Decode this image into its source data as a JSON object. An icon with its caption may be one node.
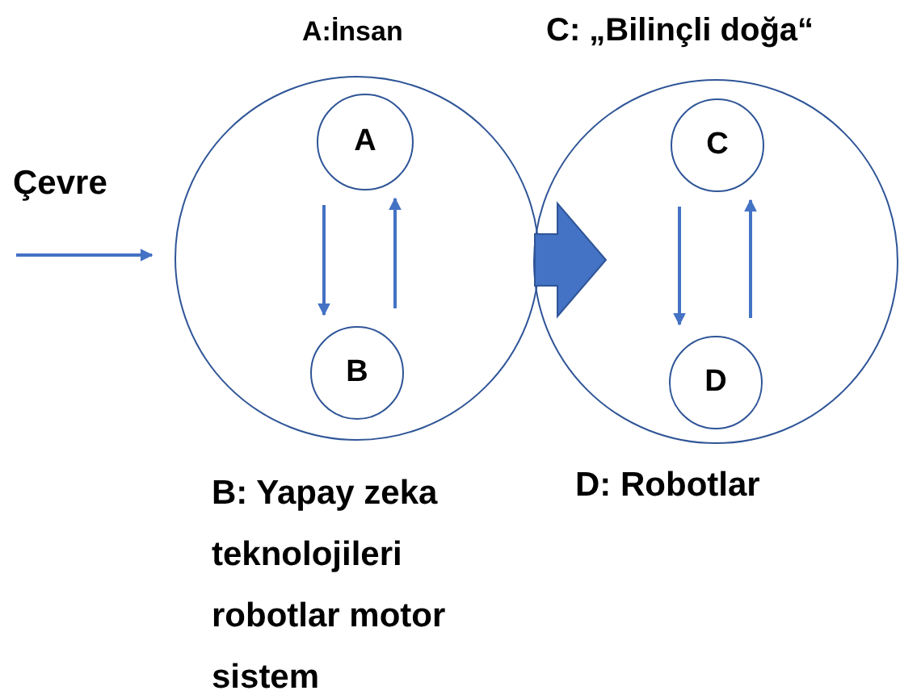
{
  "diagram": {
    "nodes": [
      {
        "text": [],
        "shape": "circle"
      },
      {
        "text": [
          "A"
        ],
        "in": 0
      },
      {
        "text": [
          "B"
        ],
        "in": 0
      },
      {
        "text": [],
        "shape": "circle"
      },
      {
        "text": [
          "C"
        ],
        "in": 3
      },
      {
        "text": [
          "D"
        ],
        "in": 3
      }
    ],
    "edges": [
      {
        "from": 1,
        "to": 2,
        "arrow": "to"
      },
      {
        "from": 2,
        "to": 1,
        "arrow": "to"
      },
      {
        "from": 4,
        "to": 5,
        "arrow": "to"
      },
      {
        "from": 5,
        "to": 4,
        "arrow": "to"
      },
      {
        "from": null,
        "to": 0,
        "arrow": "to",
        "label": "Çevre"
      },
      {
        "from": 0,
        "to": 3,
        "arrow": "to",
        "style": "thick"
      }
    ],
    "labels": [
      "A:İnsan",
      "C: „Bilinçli doğa“",
      "B: Yapay zeka teknolojileri robotlar motor sistem",
      "D: Robotlar"
    ]
  }
}
